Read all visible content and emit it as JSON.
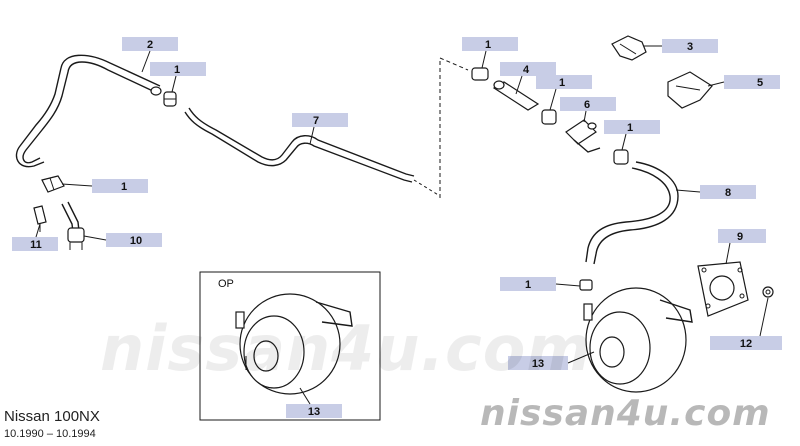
{
  "watermark": {
    "big": "nissan4u.com",
    "small": "nissan4u.com"
  },
  "caption": {
    "model": "Nissan 100NX",
    "years": "10.1990 – 10.1994"
  },
  "inset_label": "OP",
  "callouts": [
    {
      "id": "c2",
      "label": "2"
    },
    {
      "id": "c1a",
      "label": "1"
    },
    {
      "id": "c7",
      "label": "7"
    },
    {
      "id": "c1b",
      "label": "1"
    },
    {
      "id": "c11",
      "label": "11"
    },
    {
      "id": "c10",
      "label": "10"
    },
    {
      "id": "c1c",
      "label": "1"
    },
    {
      "id": "c4",
      "label": "4"
    },
    {
      "id": "c1d",
      "label": "1"
    },
    {
      "id": "c6",
      "label": "6"
    },
    {
      "id": "c1e",
      "label": "1"
    },
    {
      "id": "c3",
      "label": "3"
    },
    {
      "id": "c5",
      "label": "5"
    },
    {
      "id": "c8",
      "label": "8"
    },
    {
      "id": "c9",
      "label": "9"
    },
    {
      "id": "c1f",
      "label": "1"
    },
    {
      "id": "c12",
      "label": "12"
    },
    {
      "id": "c13a",
      "label": "13"
    },
    {
      "id": "c13b",
      "label": "13"
    }
  ],
  "colors": {
    "tag": "#c8cde6",
    "line": "#1a1a1a"
  }
}
